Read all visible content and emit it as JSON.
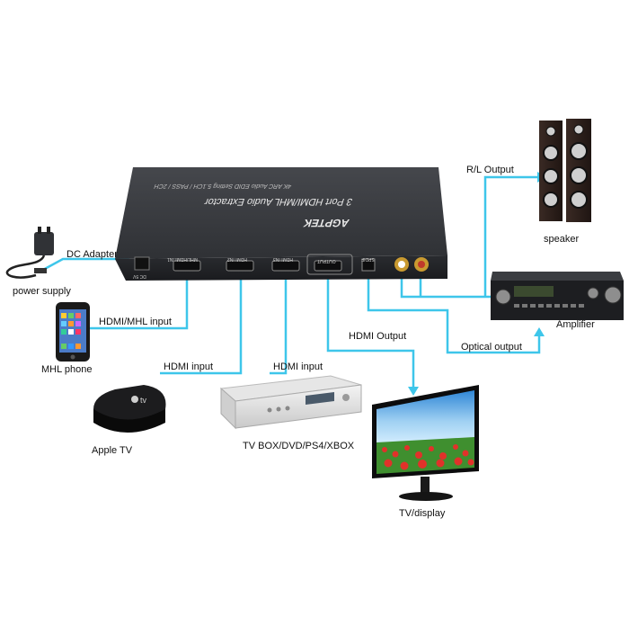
{
  "device": {
    "brand": "AGPTEK",
    "title": "3 Port HDMI/MHL Audio Extractor",
    "subtitle": "4K  ARC  Audio  EDID Setting  5.1CH / PASS / 2CH",
    "ports": [
      "MHL/HDMI IN1",
      "HDMI IN2",
      "HDMI IN3",
      "OUTPUT",
      "SPDIF"
    ],
    "dc_label": "DC 5V"
  },
  "labels": {
    "dc_adapter": "DC Adapter",
    "power_supply": "power supply",
    "hdmi_mhl_input": "HDMI/MHL input",
    "mhl_phone": "MHL phone",
    "hdmi_input_1": "HDMI input",
    "hdmi_input_2": "HDMI input",
    "apple_tv": "Apple TV",
    "tv_box": "TV BOX/DVD/PS4/XBOX",
    "hdmi_output": "HDMI Output",
    "tv_display": "TV/display",
    "rl_output": "R/L Output",
    "speaker": "speaker",
    "amplifier": "Amplifier",
    "optical_output": "Optical output"
  },
  "colors": {
    "cable": "#3ec6ea",
    "device_body": "#2b2d31",
    "device_top": "#3a3c41"
  }
}
